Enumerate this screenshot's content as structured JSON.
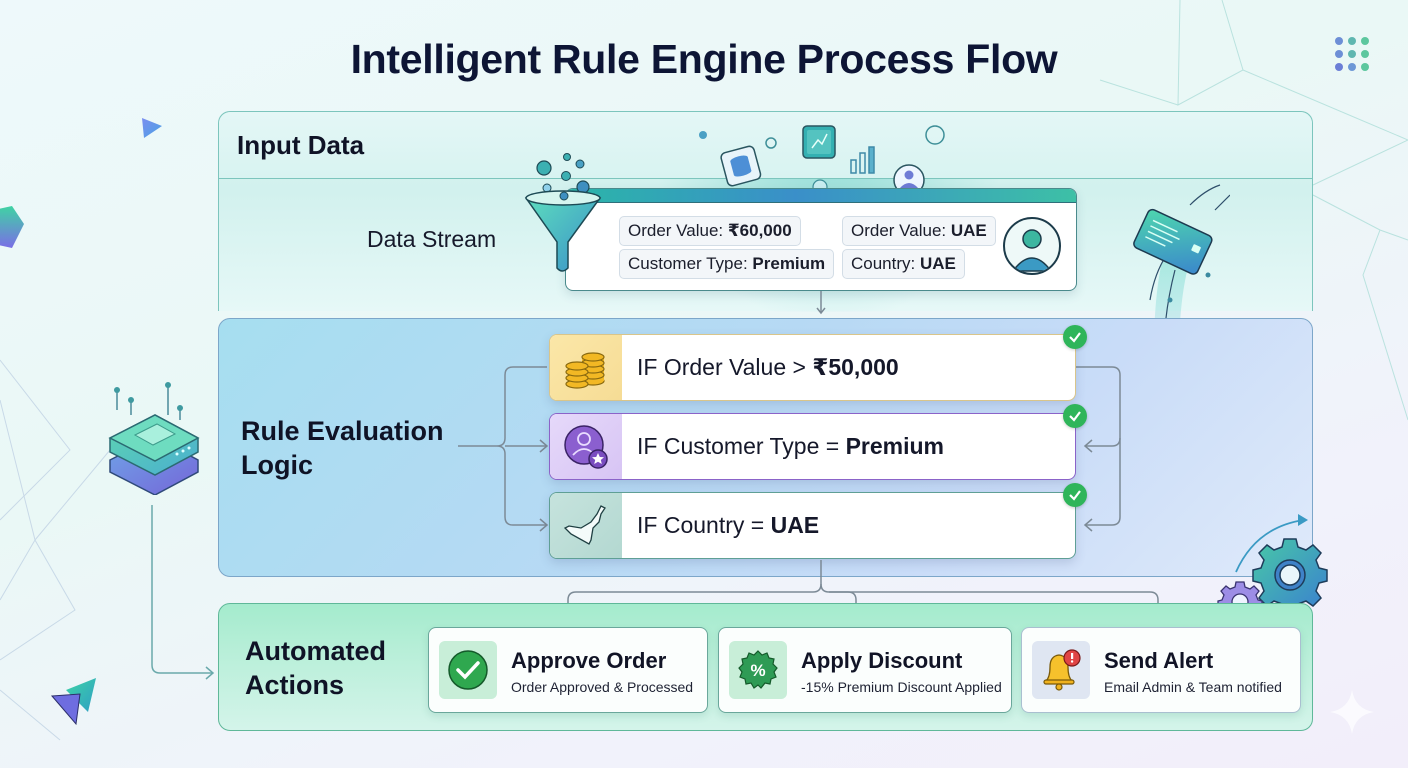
{
  "title": "Intelligent Rule Engine Process Flow",
  "colors": {
    "title": "#0d1535",
    "input_accent": "#2bb6a8",
    "rule_panel": "#b7d9f4",
    "actions_panel": "#a4ebcd",
    "check_green": "#2fb55a",
    "rule1_accent": "#e9c873",
    "rule2_accent": "#8b63c9",
    "rule3_accent": "#5f9f95"
  },
  "input_section": {
    "label": "Input Data",
    "stream_label": "Data Stream",
    "icons": [
      "funnel-icon",
      "database-icon",
      "chart-icon",
      "bar-chart-icon",
      "user-icon",
      "avatar-icon"
    ],
    "fields": [
      {
        "key": "Order Value: ",
        "value": "₹60,000"
      },
      {
        "key": "Order Value: ",
        "value": "UAE"
      },
      {
        "key": "Customer Type: ",
        "value": "Premium"
      },
      {
        "key": "Country: ",
        "value": "UAE"
      }
    ]
  },
  "rule_section": {
    "label_line1": "Rule Evaluation",
    "label_line2": "Logic",
    "rules": [
      {
        "prefix": "IF Order Value > ",
        "value": "₹50,000",
        "icon": "coins-icon",
        "status": "passed"
      },
      {
        "prefix": "IF Customer Type = ",
        "value": "Premium",
        "icon": "premium-user-icon",
        "status": "passed"
      },
      {
        "prefix": "IF Country = ",
        "value": "UAE",
        "icon": "uae-map-icon",
        "status": "passed"
      }
    ]
  },
  "actions_section": {
    "label_line1": "Automated",
    "label_line2": "Actions",
    "actions": [
      {
        "title": "Approve Order",
        "subtitle": "Order Approved & Processed",
        "icon": "check-circle-icon"
      },
      {
        "title": "Apply Discount",
        "subtitle": "-15% Premium Discount Applied",
        "icon": "discount-badge-icon"
      },
      {
        "title": "Send Alert",
        "subtitle": "Email Admin & Team notified",
        "icon": "alert-bell-icon"
      }
    ]
  },
  "decorations": [
    "server-stack-icon",
    "credit-card-icon",
    "gears-icon",
    "dots-grid-icon",
    "triangle-icon",
    "hexagon-icon",
    "paper-plane-icon"
  ]
}
